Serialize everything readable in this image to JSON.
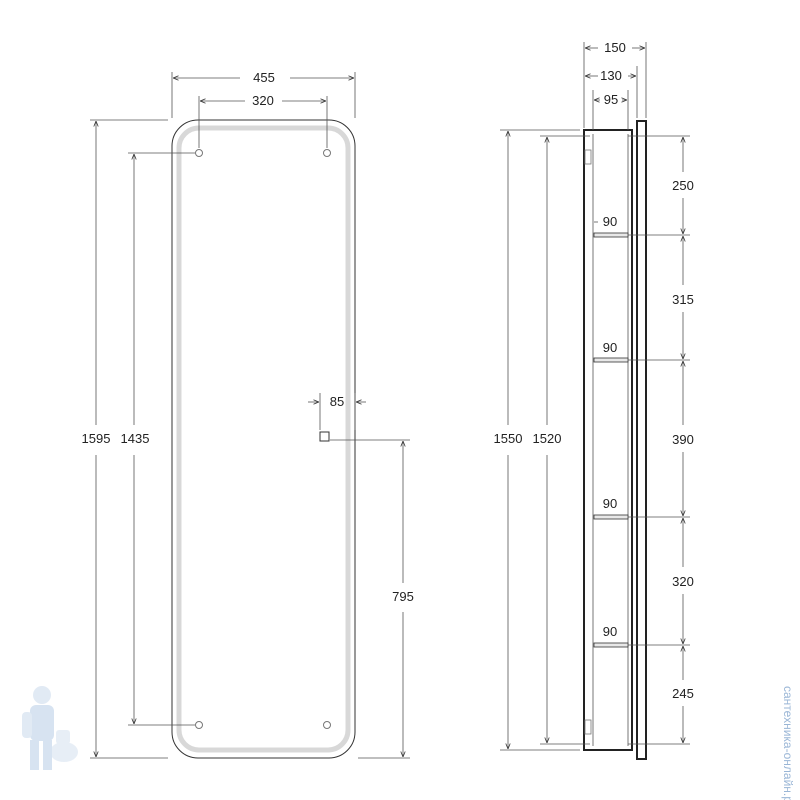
{
  "front_view": {
    "overall_width": "455",
    "mount_spacing_width": "320",
    "overall_height": "1595",
    "mount_spacing_height": "1435",
    "switch_offset_right": "85",
    "switch_height_from_bottom": "795"
  },
  "side_view": {
    "depth_total": "150",
    "depth_body": "130",
    "depth_inner": "95",
    "height_total": "1550",
    "height_inner": "1520",
    "shelf_depth": "90",
    "shelf_labels": [
      "90",
      "90",
      "90",
      "90"
    ],
    "section_heights": [
      "250",
      "315",
      "390",
      "320",
      "245"
    ]
  },
  "watermark": {
    "text": "сантехника-онлайн.ру",
    "logo": "plumber-mascot-icon"
  }
}
